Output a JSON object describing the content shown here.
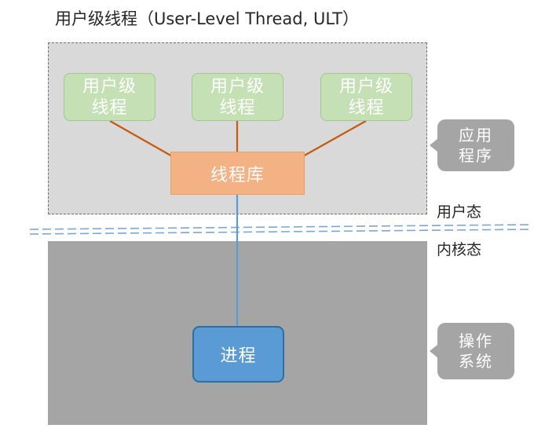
{
  "title": "用户级线程（User-Level Thread, ULT）",
  "threads": [
    {
      "line1": "用户级",
      "line2": "线程"
    },
    {
      "line1": "用户级",
      "line2": "线程"
    },
    {
      "line1": "用户级",
      "line2": "线程"
    }
  ],
  "thread_library": "线程库",
  "process": "进程",
  "callouts": {
    "application": {
      "line1": "应用",
      "line2": "程序"
    },
    "os": {
      "line1": "操作",
      "line2": "系统"
    }
  },
  "modes": {
    "user": "用户态",
    "kernel": "内核态"
  },
  "colors": {
    "thread_fill": "#c5e0b4",
    "library_fill": "#f4b183",
    "process_fill": "#5b9bd5",
    "connector_orange": "#c55a11",
    "connector_blue": "#5b9bd5",
    "user_area": "#d9d9d9",
    "kernel_area": "#a5a5a5"
  }
}
